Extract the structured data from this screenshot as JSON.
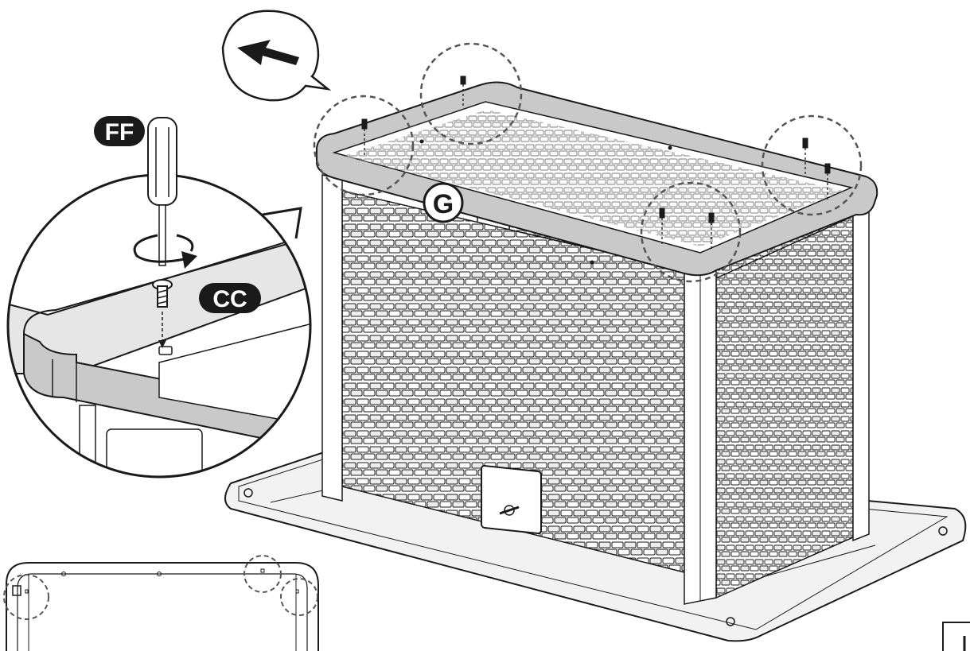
{
  "labels": {
    "tool": "FF",
    "screw": "CC",
    "part": "G"
  },
  "direction_arrow": "arrow-icon",
  "colors": {
    "ink": "#1a1a1a",
    "frame_fill": "#c9c9c9",
    "frame_light": "#e6e6e6",
    "badge_fill": "#1a1a1a",
    "badge_text": "#ffffff"
  }
}
